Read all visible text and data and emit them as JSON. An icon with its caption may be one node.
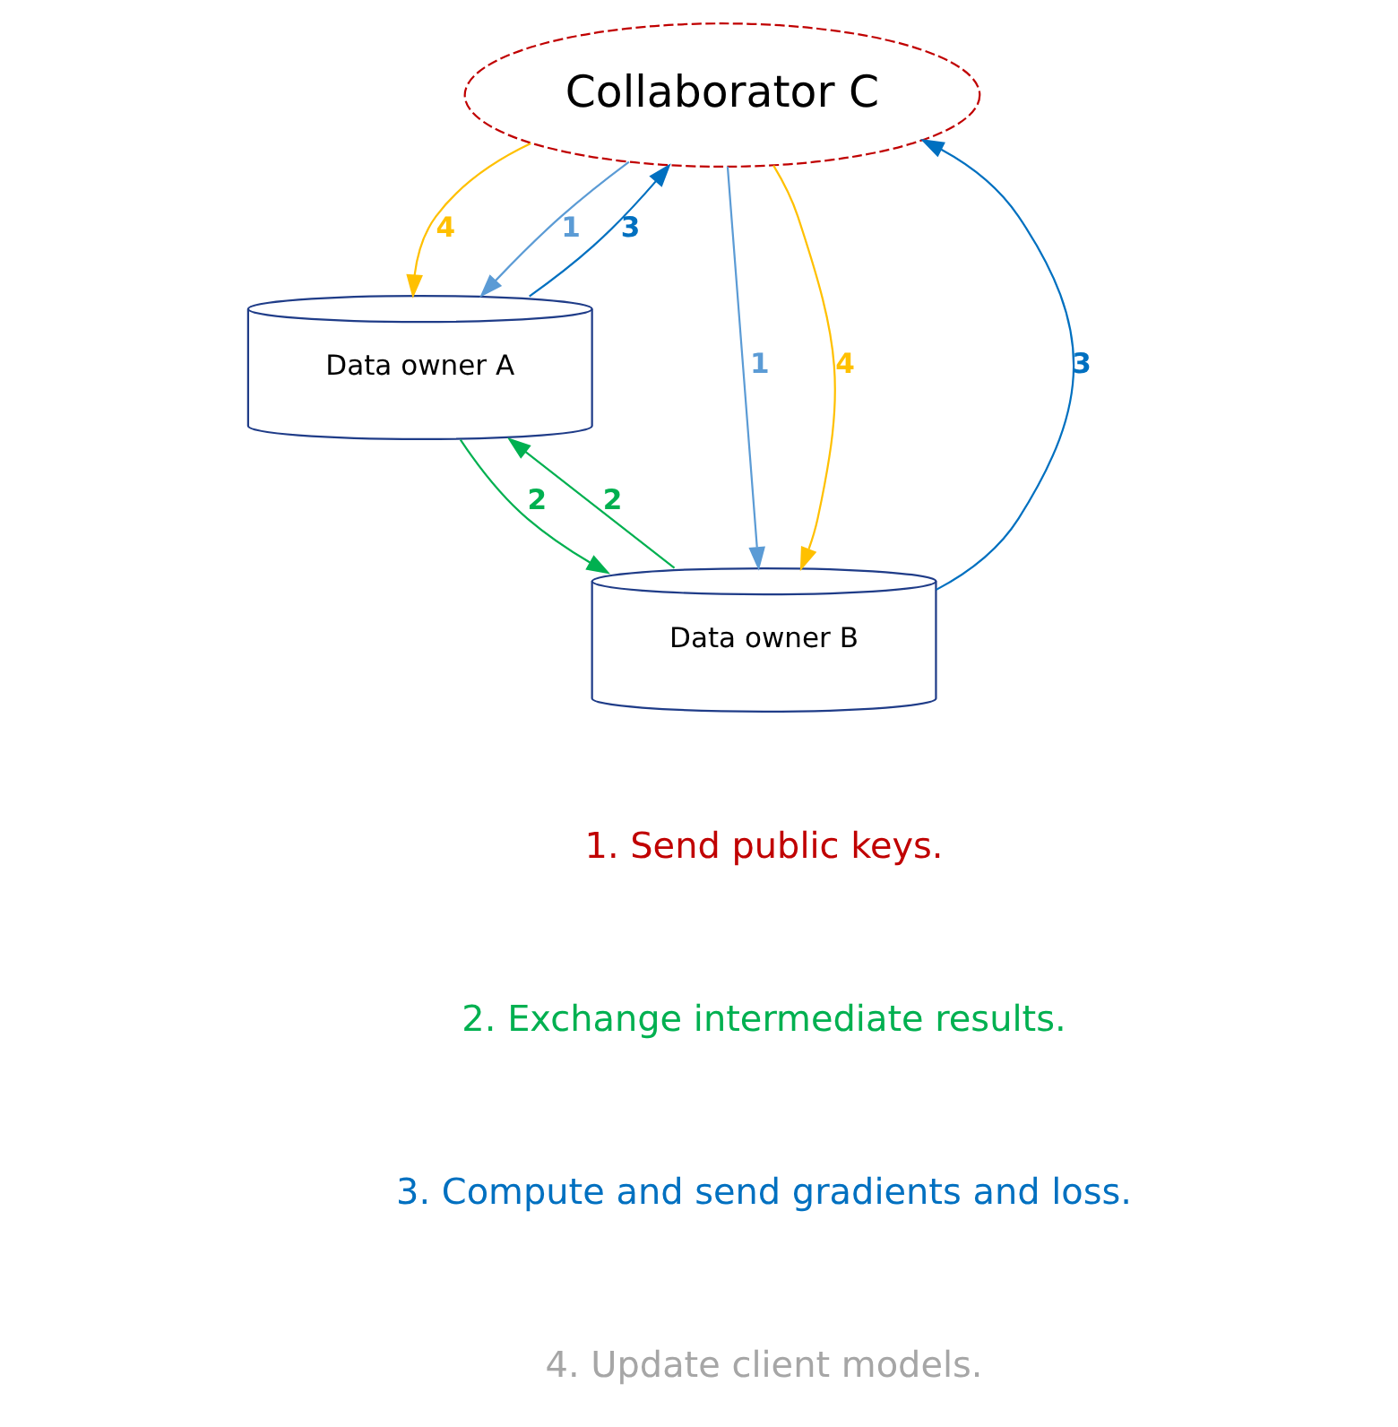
{
  "diagram": {
    "nodes": [
      {
        "text": [
          "Collaborator C"
        ]
      },
      {
        "text": [
          "Data owner A"
        ]
      },
      {
        "text": [
          "Data owner B"
        ]
      }
    ],
    "edges": [
      {
        "from": 0,
        "to": 1,
        "arrow": "to",
        "label": "4",
        "color": "#ffc000"
      },
      {
        "from": 1,
        "to": 0,
        "arrow": "to",
        "label": "3",
        "color": "#0070c0"
      },
      {
        "from": 0,
        "to": 1,
        "arrow": "to",
        "label": "1",
        "color": "#5b9bd5"
      },
      {
        "from": 0,
        "to": 2,
        "arrow": "to",
        "label": "1",
        "color": "#5b9bd5"
      },
      {
        "from": 2,
        "to": 0,
        "arrow": "to",
        "label": "3",
        "color": "#0070c0"
      },
      {
        "from": 0,
        "to": 2,
        "arrow": "to",
        "label": "4",
        "color": "#ffc000"
      },
      {
        "from": 1,
        "to": 2,
        "arrow": "to",
        "label": "2",
        "color": "#00b050"
      },
      {
        "from": 2,
        "to": 1,
        "arrow": "to",
        "label": "2",
        "color": "#00b050"
      }
    ],
    "labels": [
      "1. Send public keys.",
      "2. Exchange intermediate results.",
      "3. Compute and send gradients and loss.",
      "4. Update client models."
    ]
  }
}
